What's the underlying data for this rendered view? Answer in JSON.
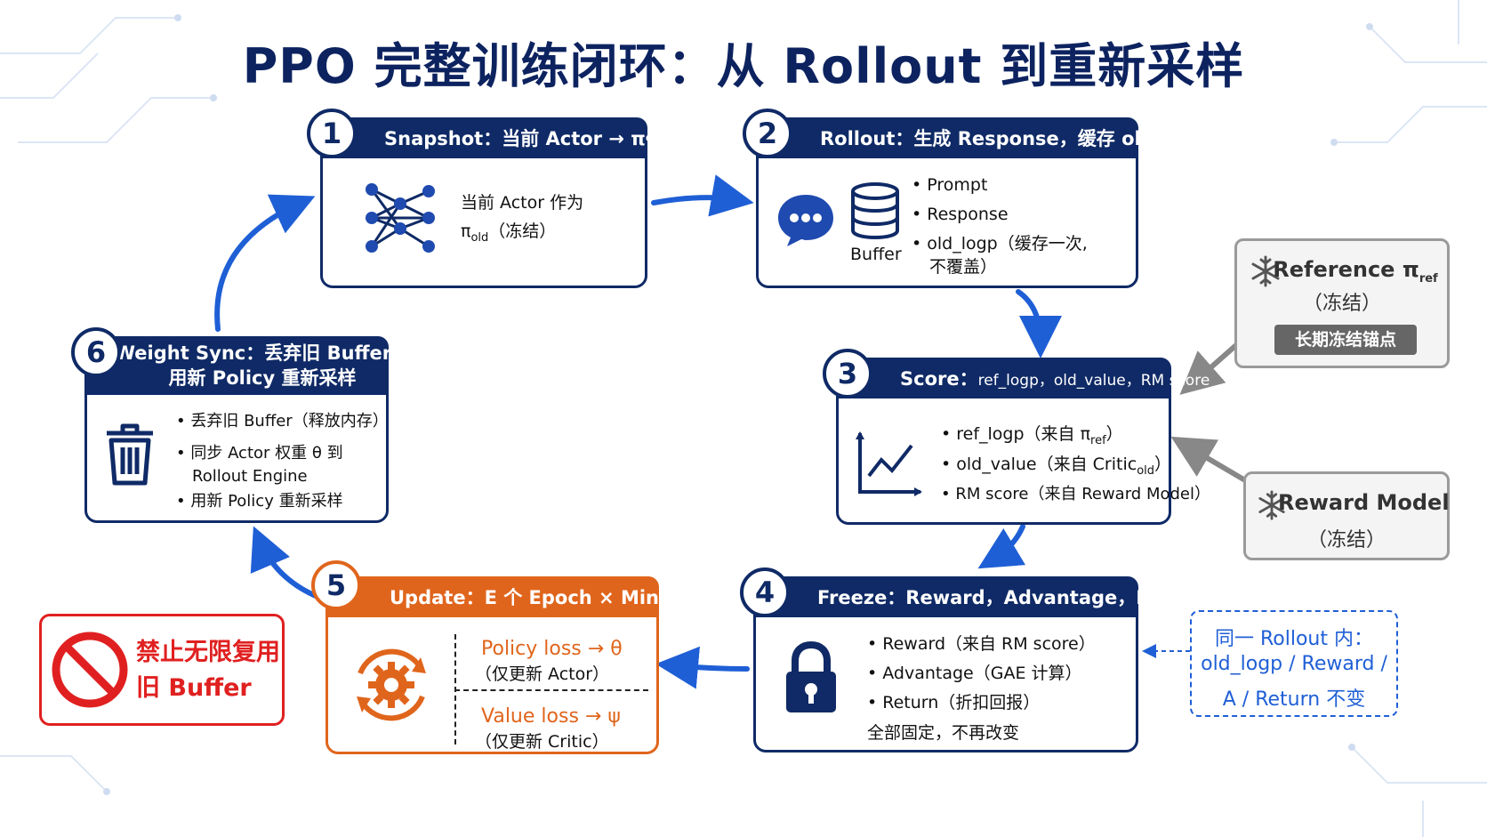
{
  "title": "PPO 完整训练闭环：从 Rollout 到重新采样",
  "colors": {
    "navy": "#0f2a66",
    "orange": "#e0651c",
    "blue_arrow": "#1f5fd6",
    "red": "#e02020",
    "gray": "#9a9a9a"
  },
  "steps": {
    "s1": {
      "num": "1",
      "head": "Snapshot：当前 Actor → π",
      "head_sub": "old",
      "line1": "当前 Actor 作为",
      "line2_pi": "π",
      "line2_sub": "old",
      "line2_rest": "（冻结）",
      "icon": "neural-network-icon"
    },
    "s2": {
      "num": "2",
      "head": "Rollout：生成 Response，缓存 old_logp",
      "buffer_label": "Buffer",
      "b1": "Prompt",
      "b2": "Response",
      "b3": "old_logp（缓存一次,",
      "b3_cont": "不覆盖）",
      "icons": [
        "chat-bubble-icon",
        "database-icon"
      ]
    },
    "s3": {
      "num": "3",
      "head": "Score：",
      "head_rest": "ref_logp，old_value，RM score",
      "b1_pre": "ref_logp（来自 π",
      "b1_sub": "ref",
      "b1_post": "）",
      "b2_pre": "old_value（来自 Critic",
      "b2_sub": "old",
      "b2_post": "）",
      "b3": "RM score（来自 Reward Model）",
      "icon": "line-chart-icon"
    },
    "s4": {
      "num": "4",
      "head": "Freeze：Reward，Advantage，Return 固定",
      "b1": "Reward（来自 RM score）",
      "b2": "Advantage（GAE 计算）",
      "b3": "Return（折扣回报）",
      "foot": "全部固定，不再改变",
      "icon": "lock-icon"
    },
    "s5": {
      "num": "5",
      "head": "Update：E 个 Epoch × Mini-batch",
      "policy": "Policy loss → θ",
      "policy_sub": "（仅更新 Actor）",
      "value": "Value loss → ψ",
      "value_sub": "（仅更新 Critic）",
      "icon": "gear-cycle-icon"
    },
    "s6": {
      "num": "6",
      "head1": "Weight Sync：丢弃旧 Buffer，",
      "head2": "用新 Policy 重新采样",
      "b1": "丢弃旧 Buffer（释放内存）",
      "b2": "同步 Actor 权重 θ 到",
      "b2_cont": "Rollout Engine",
      "b3": "用新 Policy 重新采样",
      "icon": "trash-icon"
    }
  },
  "reference": {
    "label": "Reference π",
    "label_sub": "ref",
    "cn": "（冻结）",
    "badge": "长期冻结锚点",
    "icon": "snowflake-icon"
  },
  "reward_model": {
    "label": "Reward Model",
    "cn": "（冻结）",
    "icon": "snowflake-icon"
  },
  "warning": {
    "line1": "禁止无限复用",
    "line2": "旧 Buffer",
    "icon": "prohibited-icon"
  },
  "note": {
    "line1": "同一 Rollout 内：",
    "line2": "old_logp / Reward /",
    "line3": "A / Return 不变"
  }
}
